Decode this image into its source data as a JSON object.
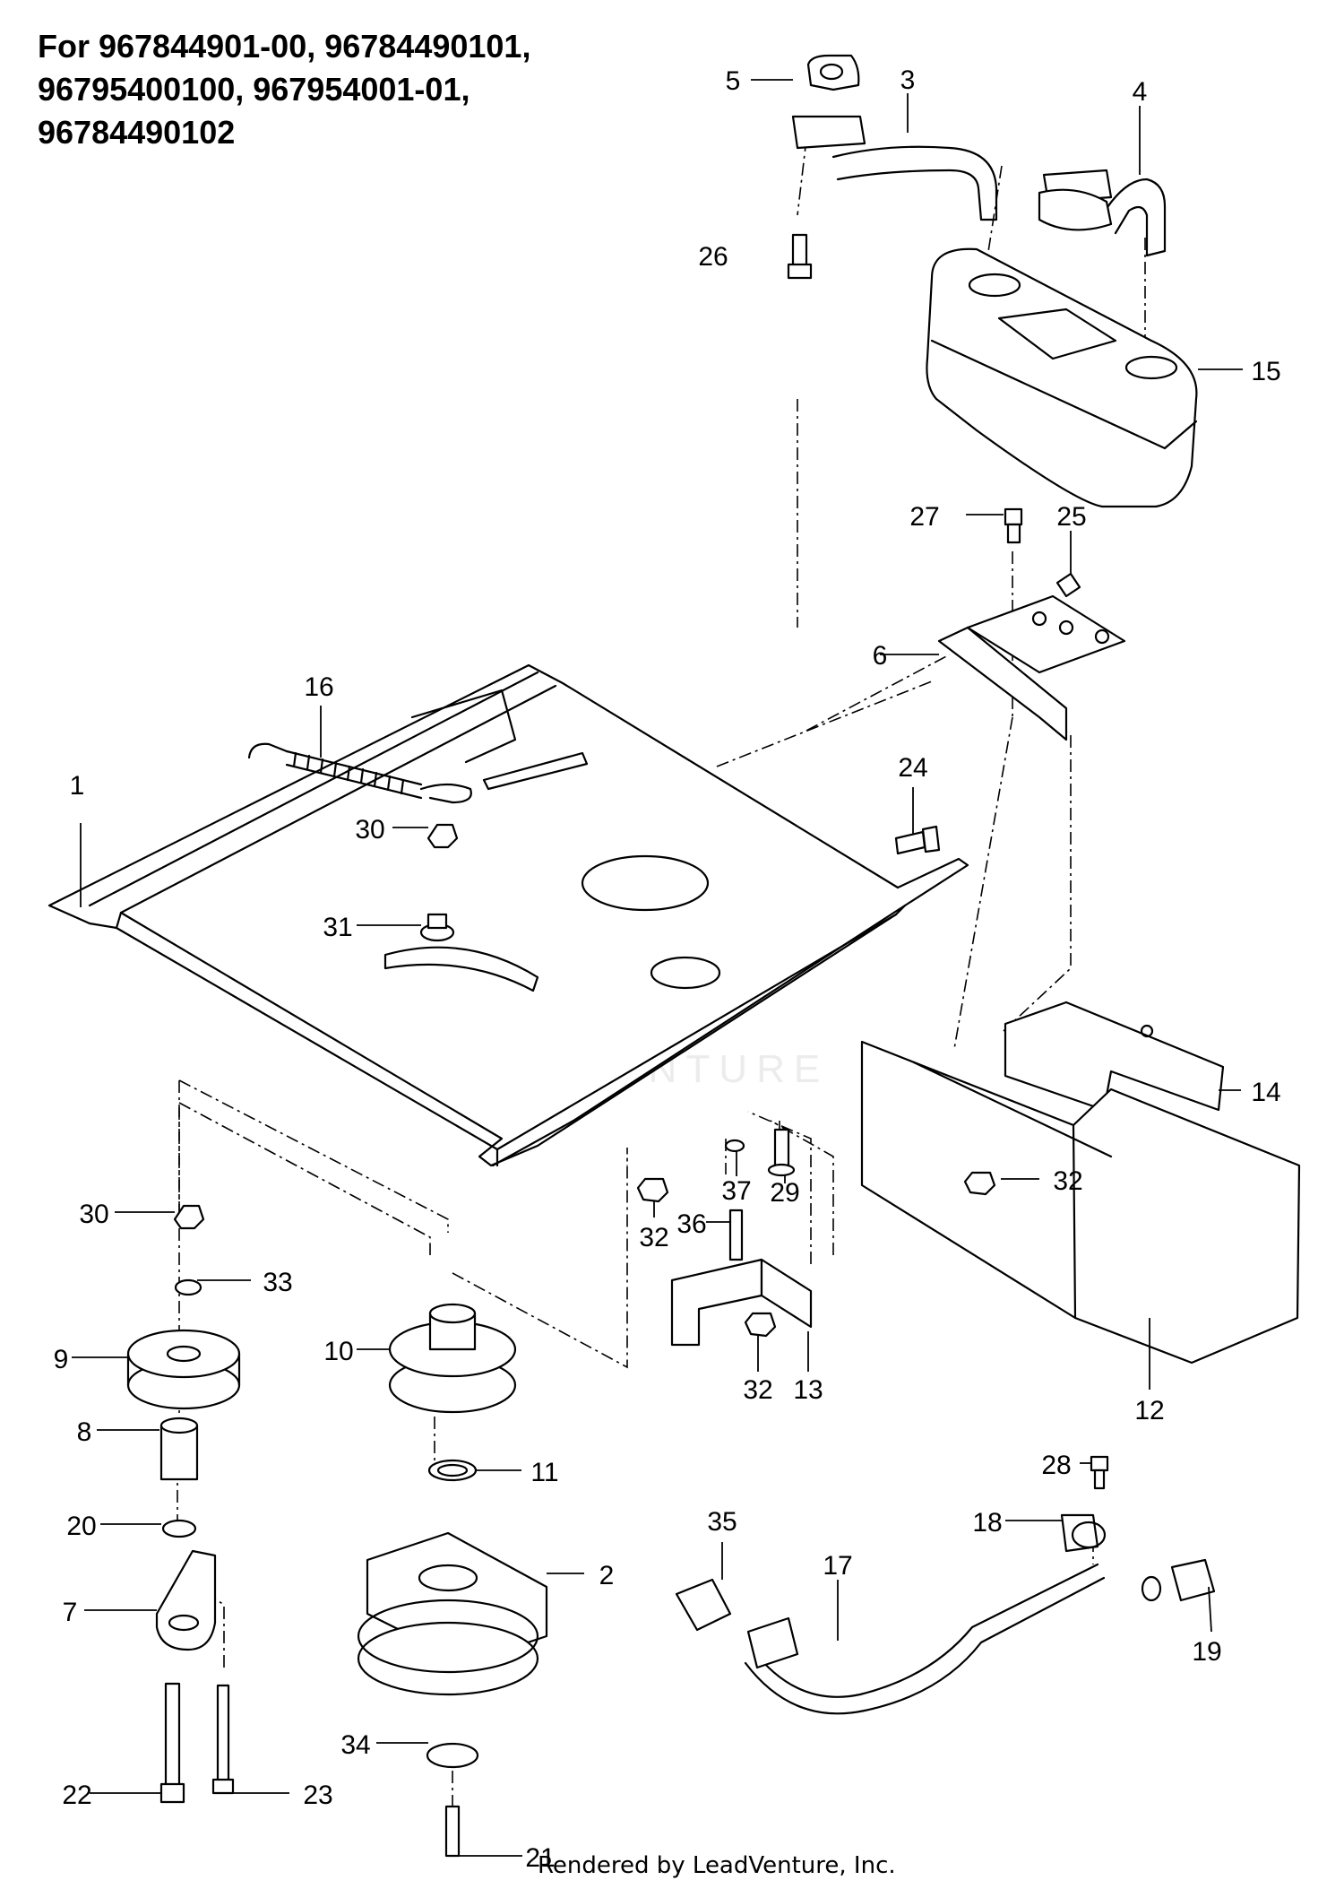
{
  "header": {
    "lines": [
      "For 967844901-00, 96784490101,",
      "96795400100, 967954001-01,",
      "96784490102"
    ]
  },
  "watermark": "LEADVENTURE",
  "footer": "Rendered by LeadVenture, Inc.",
  "callouts": {
    "c1": "1",
    "c2": "2",
    "c3": "3",
    "c4": "4",
    "c5": "5",
    "c6": "6",
    "c7": "7",
    "c8": "8",
    "c9": "9",
    "c10": "10",
    "c11": "11",
    "c12": "12",
    "c13": "13",
    "c14": "14",
    "c15": "15",
    "c16": "16",
    "c17": "17",
    "c18": "18",
    "c19": "19",
    "c20": "20",
    "c21": "21",
    "c22": "22",
    "c23": "23",
    "c24": "24",
    "c25": "25",
    "c26": "26",
    "c27": "27",
    "c28": "28",
    "c29": "29",
    "c30a": "30",
    "c30b": "30",
    "c31": "31",
    "c32a": "32",
    "c32b": "32",
    "c32c": "32",
    "c33": "33",
    "c34": "34",
    "c35": "35",
    "c36": "36",
    "c37": "37"
  }
}
